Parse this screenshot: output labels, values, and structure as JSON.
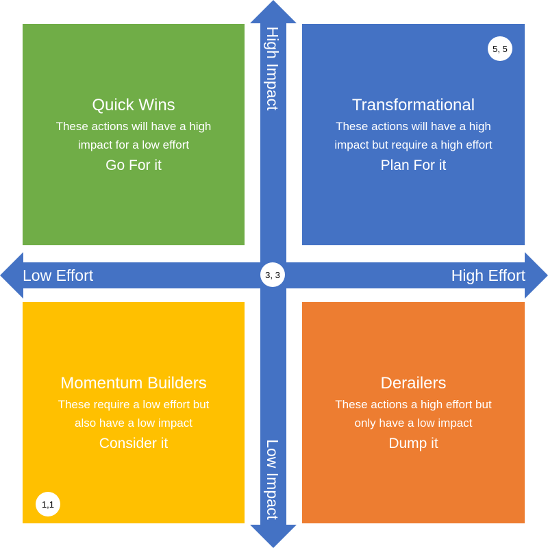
{
  "colors": {
    "quick_wins": "#70ad47",
    "transformational": "#4472c4",
    "momentum_builders": "#ffc000",
    "derailers": "#ed7d31",
    "axis": "#4472c4"
  },
  "quadrants": {
    "quick_wins": {
      "title": "Quick Wins",
      "desc_line1": "These actions will have a high",
      "desc_line2": "impact for a low effort",
      "action": "Go For it"
    },
    "transformational": {
      "title": "Transformational",
      "desc_line1": "These actions will have a high",
      "desc_line2": "impact but require a high effort",
      "action": "Plan For it"
    },
    "momentum_builders": {
      "title": "Momentum Builders",
      "desc_line1": "These require a low effort but",
      "desc_line2": "also have a low impact",
      "action": "Consider it"
    },
    "derailers": {
      "title": "Derailers",
      "desc_line1": "These actions a high effort but",
      "desc_line2": "only have a low impact",
      "action": "Dump it"
    }
  },
  "axes": {
    "high_impact": "High Impact",
    "low_impact": "Low Impact",
    "low_effort": "Low Effort",
    "high_effort": "High Effort"
  },
  "coordinates": {
    "center": "3, 3",
    "top_right": "5, 5",
    "bottom_left": "1,1"
  }
}
